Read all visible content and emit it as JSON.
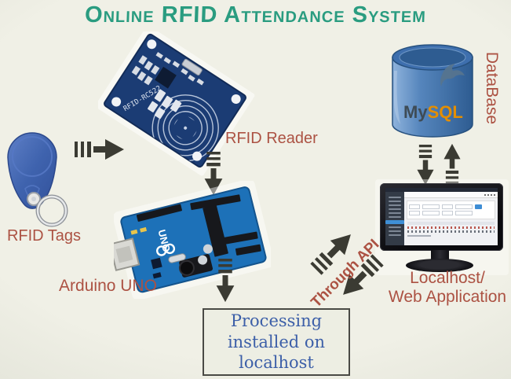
{
  "title": "Online RFID Attendance System",
  "colors": {
    "background": "#EDEDE3",
    "title_teal": "#2A9C80",
    "label_red": "#AC5243",
    "arrow_dark": "#3B3B33",
    "processing_blue": "#3C5FA8",
    "pcb_navy": "#1B3C74",
    "arduino_blue": "#1D71B8",
    "tag_blue": "#3F63AE",
    "mysql_blue": "#4F7FB8",
    "mysql_orange": "#E48E00"
  },
  "nodes": {
    "rfid_tags": {
      "label": "RFID Tags"
    },
    "rfid_reader": {
      "label": "RFID Reader",
      "board_text": "RFID-RC522"
    },
    "arduino": {
      "label": "Arduino UNO",
      "board_text": "UNO"
    },
    "mysql": {
      "label": "DataBase",
      "logo_my": "My",
      "logo_sql": "SQL"
    },
    "web_app": {
      "label_line1": "Localhost/",
      "label_line2": "Web Application"
    },
    "processing": {
      "line1": "Processing",
      "line2": "installed on",
      "line3": "localhost"
    }
  },
  "edges": {
    "through_api": {
      "label": "Through API"
    }
  }
}
